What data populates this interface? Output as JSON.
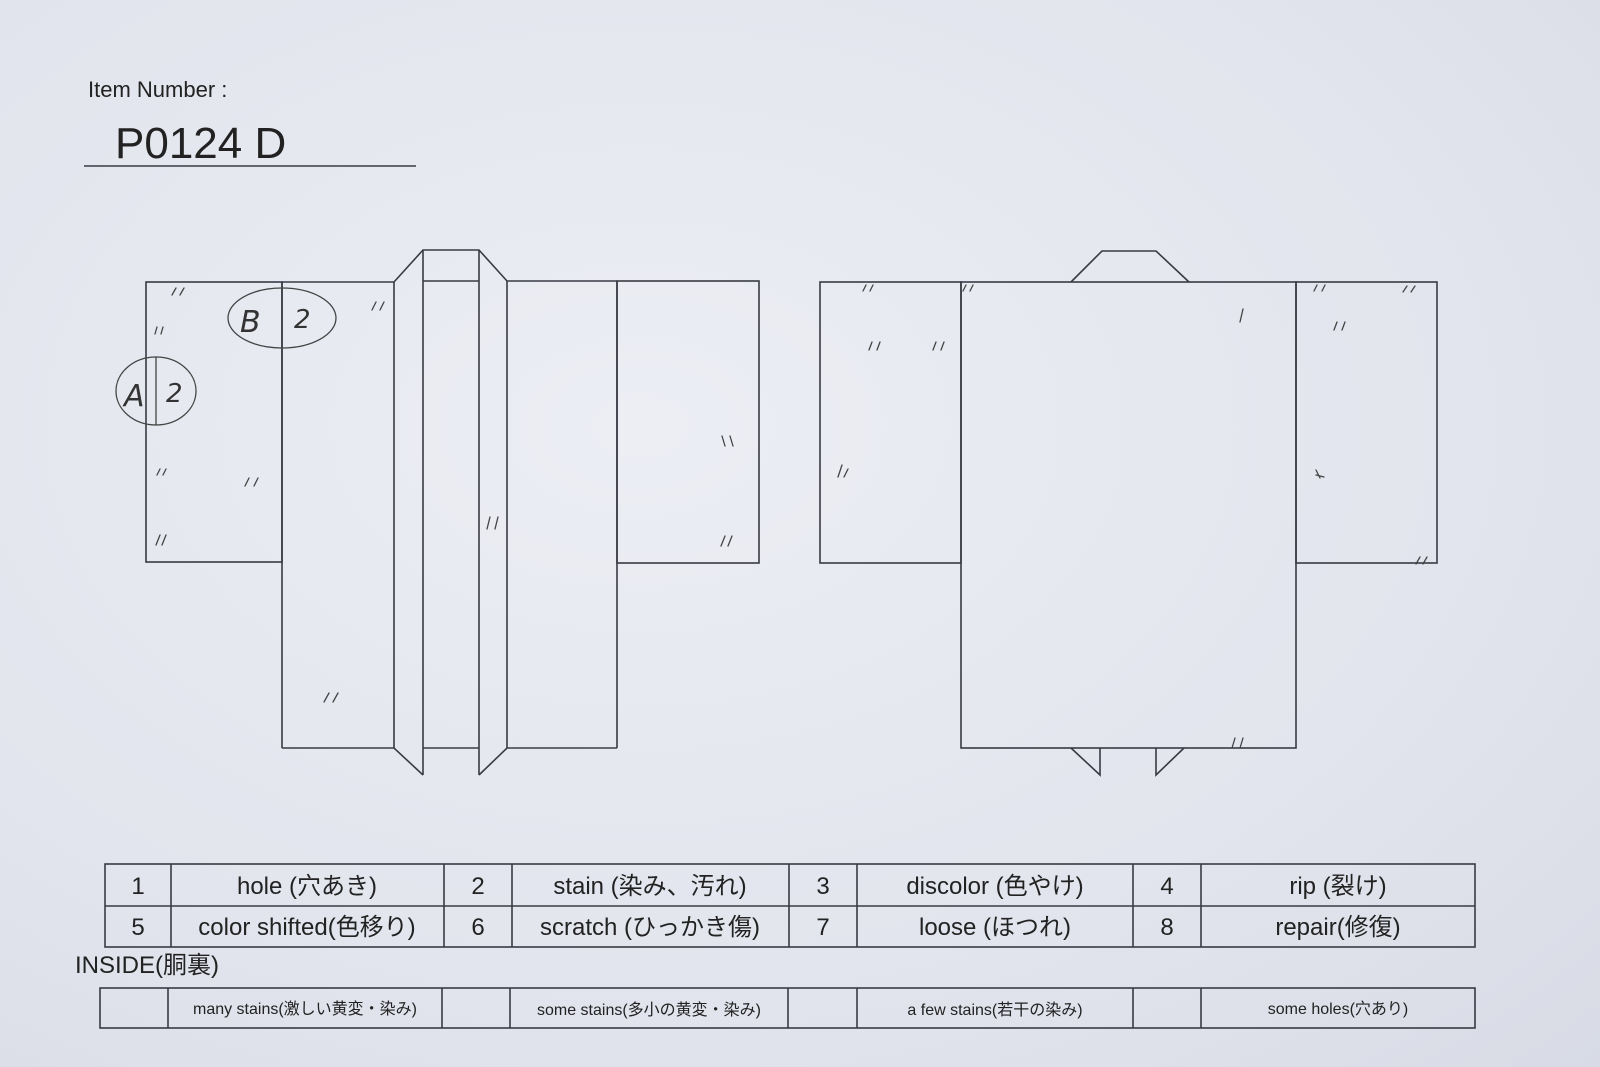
{
  "header": {
    "item_number_label": "Item Number :",
    "item_number": "P0124   D"
  },
  "annotations": [
    {
      "letter": "A",
      "code": "2"
    },
    {
      "letter": "B",
      "code": "2"
    }
  ],
  "legend": [
    {
      "num": "1",
      "label": "hole (穴あき)"
    },
    {
      "num": "2",
      "label": "stain (染み、汚れ)"
    },
    {
      "num": "3",
      "label": "discolor (色やけ)"
    },
    {
      "num": "4",
      "label": "rip (裂け)"
    },
    {
      "num": "5",
      "label": "color shifted(色移り)"
    },
    {
      "num": "6",
      "label": "scratch (ひっかき傷)"
    },
    {
      "num": "7",
      "label": "loose (ほつれ)"
    },
    {
      "num": "8",
      "label": "repair(修復)"
    }
  ],
  "inside": {
    "title": "INSIDE(胴裏)",
    "options": [
      {
        "label": "many stains(激しい黄変・染み)"
      },
      {
        "label": "some stains(多小の黄変・染み)"
      },
      {
        "label": "a few stains(若干の染み)"
      },
      {
        "label": "some holes(穴あり)"
      }
    ]
  }
}
